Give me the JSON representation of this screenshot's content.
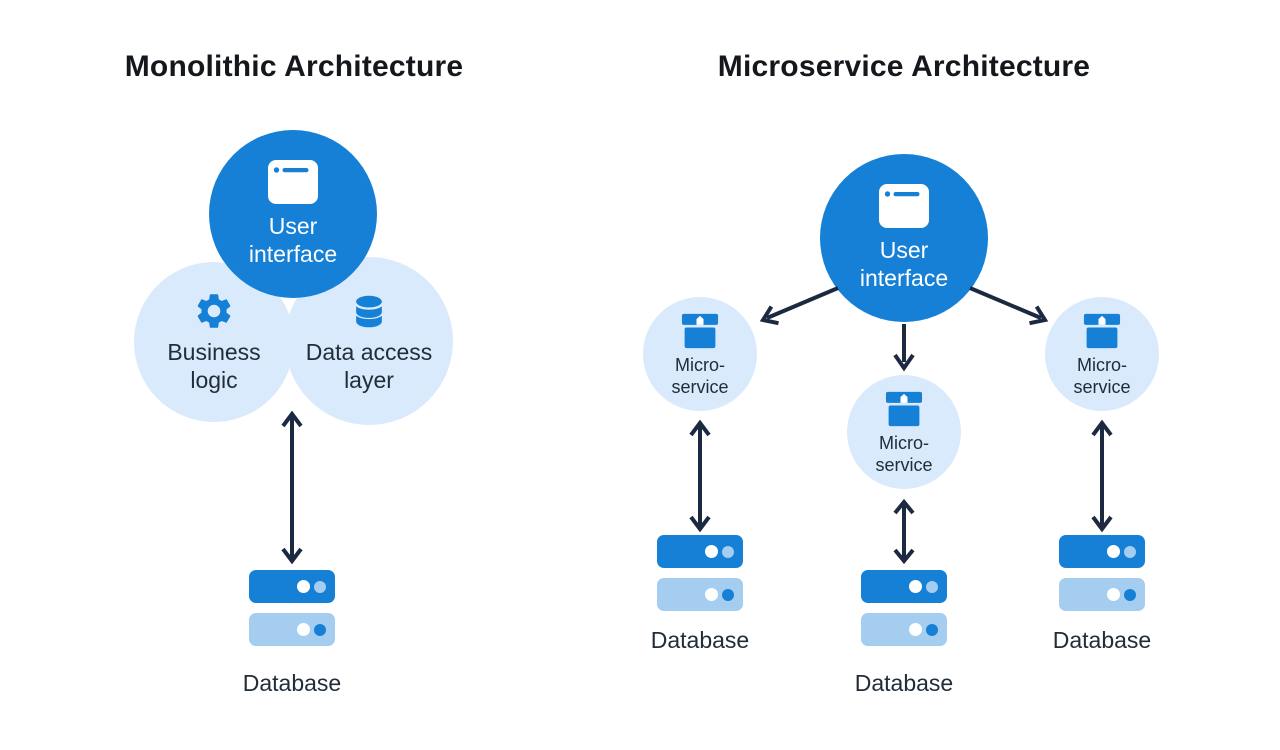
{
  "mono": {
    "title": "Monolithic Architecture",
    "ui": {
      "label": "User\ninterface",
      "icon": "browser-window-icon"
    },
    "business": {
      "label": "Business\nlogic",
      "icon": "gear-icon"
    },
    "data_access": {
      "label": "Data access\nlayer",
      "icon": "database-cylinder-icon"
    },
    "database": {
      "label": "Database",
      "icon": "server-stack-icon"
    }
  },
  "micro": {
    "title": "Microservice Architecture",
    "ui": {
      "label": "User\ninterface",
      "icon": "browser-window-icon"
    },
    "services": [
      {
        "label": "Micro-\nservice",
        "icon": "package-box-icon",
        "database": {
          "label": "Database",
          "icon": "server-stack-icon"
        }
      },
      {
        "label": "Micro-\nservice",
        "icon": "package-box-icon",
        "database": {
          "label": "Database",
          "icon": "server-stack-icon"
        }
      },
      {
        "label": "Micro-\nservice",
        "icon": "package-box-icon",
        "database": {
          "label": "Database",
          "icon": "server-stack-icon"
        }
      }
    ]
  },
  "colors": {
    "background": "#ffffff",
    "primary_blue": "#1580d6",
    "light_circle_blue": "#d9eafc",
    "pale_server_blue": "#a4cdf0",
    "arrow_navy": "#1b2a40",
    "title_text": "#14181d",
    "node_text": "#222d3a"
  }
}
